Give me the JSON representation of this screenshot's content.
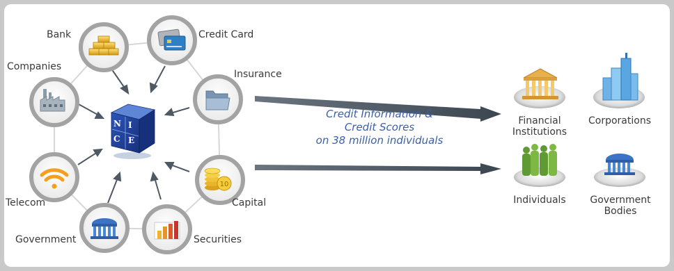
{
  "sources": [
    {
      "id": "bank",
      "label": "Bank",
      "icon": "gold-bars-icon"
    },
    {
      "id": "credit-card",
      "label": "Credit Card",
      "icon": "credit-card-icon"
    },
    {
      "id": "insurance",
      "label": "Insurance",
      "icon": "folder-icon"
    },
    {
      "id": "capital",
      "label": "Capital",
      "icon": "coins-icon"
    },
    {
      "id": "securities",
      "label": "Securities",
      "icon": "bar-chart-icon"
    },
    {
      "id": "government",
      "label": "Government",
      "icon": "government-building-icon"
    },
    {
      "id": "telecom",
      "label": "Telecom",
      "icon": "wifi-icon"
    },
    {
      "id": "companies",
      "label": "Companies",
      "icon": "factory-icon"
    }
  ],
  "hub": {
    "logo_letters": [
      "N",
      "I",
      "C",
      "E"
    ],
    "icon": "nice-cube-logo"
  },
  "flow_text": [
    "Credit Information &",
    "Credit Scores",
    "on 38 million individuals"
  ],
  "recipients": [
    {
      "id": "financial-institutions",
      "label": "Financial Institutions",
      "icon": "bank-building-icon"
    },
    {
      "id": "corporations",
      "label": "Corporations",
      "icon": "skyscrapers-icon"
    },
    {
      "id": "individuals",
      "label": "Individuals",
      "icon": "people-icon"
    },
    {
      "id": "government-bodies",
      "label": "Government Bodies",
      "icon": "capitol-building-icon"
    }
  ],
  "colors": {
    "ring": "#9a9a9a",
    "arrow": "#4a5560",
    "text_blue": "#3a5fa8",
    "cube": "#1f3f9a",
    "background": "#c9c9c9"
  }
}
